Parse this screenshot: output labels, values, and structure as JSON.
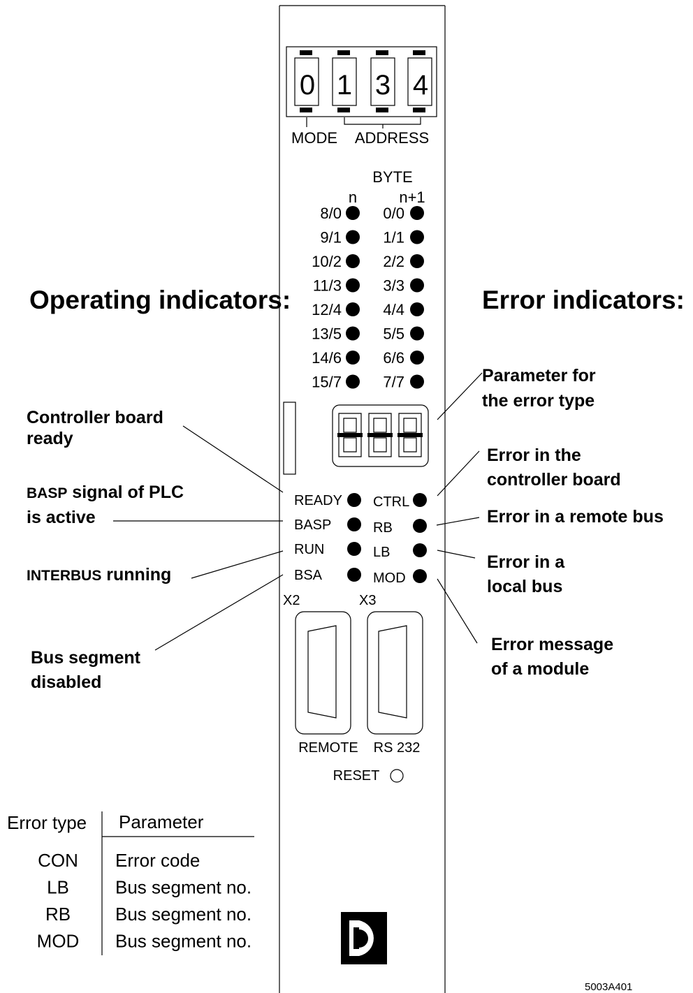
{
  "headings": {
    "operating": "Operating indicators:",
    "error": "Error indicators:"
  },
  "switches": {
    "digits": [
      "0",
      "1",
      "3",
      "4"
    ],
    "mode_label": "MODE",
    "address_label": "ADDRESS"
  },
  "byte_leds": {
    "title": "BYTE",
    "col_n": "n",
    "col_n1": "n+1",
    "left": [
      "8/0",
      "9/1",
      "10/2",
      "11/3",
      "12/4",
      "13/5",
      "14/6",
      "15/7"
    ],
    "right": [
      "0/0",
      "1/1",
      "2/2",
      "3/3",
      "4/4",
      "5/5",
      "6/6",
      "7/7"
    ]
  },
  "status_leds": {
    "left": [
      "READY",
      "BASP",
      "RUN",
      "BSA"
    ],
    "right": [
      "CTRL",
      "RB",
      "LB",
      "MOD"
    ]
  },
  "connectors": {
    "x2": "X2",
    "x3": "X3",
    "remote": "REMOTE",
    "rs232": "RS 232",
    "reset": "RESET"
  },
  "callouts": {
    "controller_ready": [
      "Controller board",
      "ready"
    ],
    "basp": {
      "prefix": "BASP",
      "rest": " signal of PLC",
      "line2": "is active"
    },
    "interbus": {
      "prefix": "INTERBUS",
      "rest": " running"
    },
    "bus_segment": [
      "Bus segment",
      "disabled"
    ],
    "param_error_type": [
      "Parameter for",
      "the error type"
    ],
    "error_controller": [
      "Error in the",
      "controller board"
    ],
    "error_remote": "Error in a remote bus",
    "error_local": [
      "Error in a",
      "local bus"
    ],
    "error_module": [
      "Error message",
      "of a module"
    ]
  },
  "table": {
    "headers": [
      "Error type",
      "Parameter"
    ],
    "rows": [
      {
        "type": "CON",
        "param": "Error code"
      },
      {
        "type": "LB",
        "param": "Bus segment no."
      },
      {
        "type": "RB",
        "param": "Bus segment no."
      },
      {
        "type": "MOD",
        "param": "Bus segment no."
      }
    ]
  },
  "figure_id": "5003A401"
}
